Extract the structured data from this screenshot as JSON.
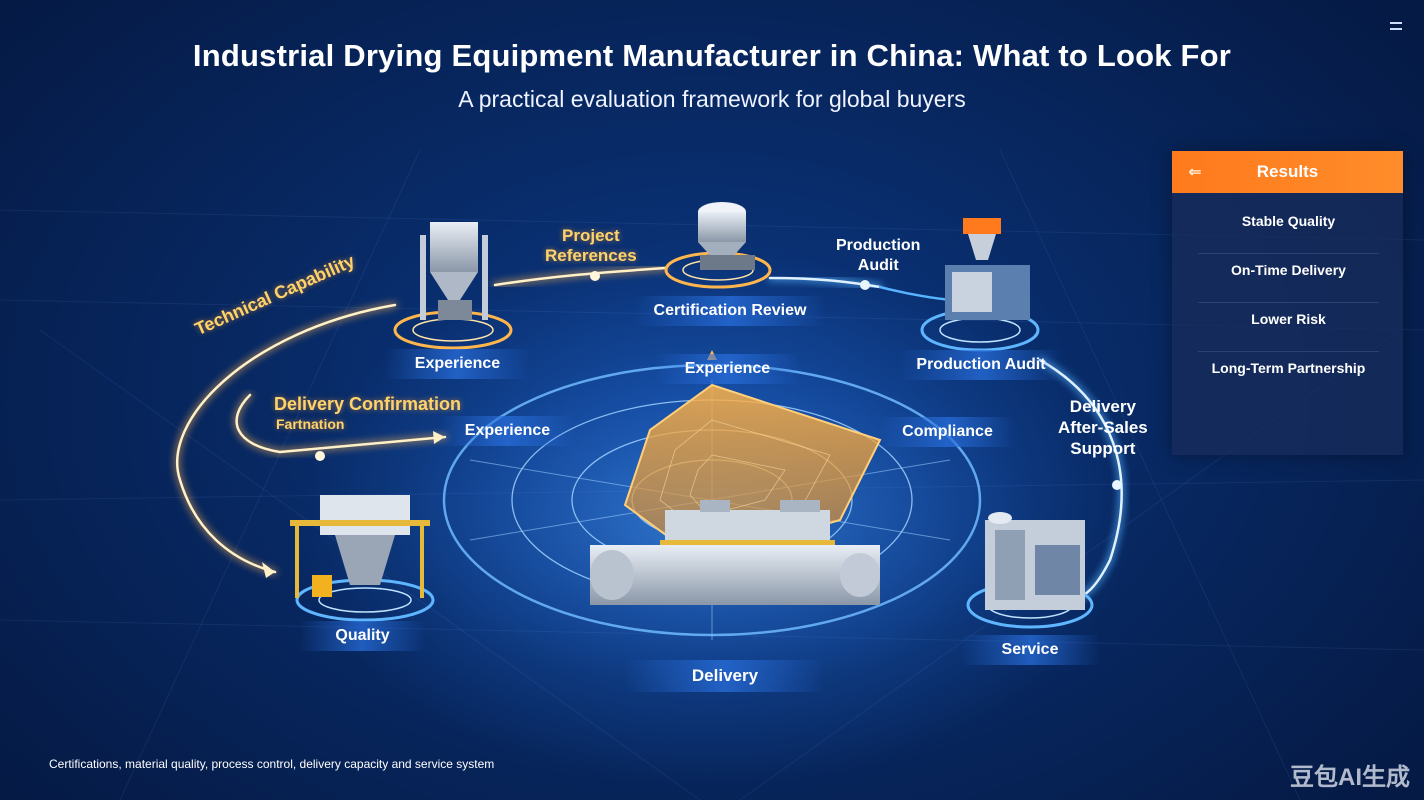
{
  "header": {
    "title": "Industrial Drying Equipment Manufacturer in China: What to Look For",
    "subtitle": "A practical evaluation framework for global buyers"
  },
  "flow_labels": {
    "technical_capability": "Technical Capability",
    "project_references": "Project\nReferences",
    "delivery_confirmation": "Delivery Confirmation",
    "delivery_confirmation_sub": "Fartnation",
    "production_audit_top": "Production\nAudit",
    "delivery_support": "Delivery\nAfter-Sales\nSupport"
  },
  "equipment_nodes": {
    "experience_top": "Experience",
    "certification_review": "Certification Review",
    "production_audit": "Production Audit",
    "quality": "Quality",
    "service": "Service",
    "delivery": "Delivery"
  },
  "radar": {
    "axes": [
      "Experience",
      "Compliance",
      "Experience"
    ],
    "top_label": "Experience",
    "right_label": "Compliance",
    "left_label": "Experience"
  },
  "results_panel": {
    "title": "Results",
    "items": [
      "Stable Quality",
      "On-Time Delivery",
      "Lower Risk",
      "Long-Term Partnership"
    ]
  },
  "footer": {
    "text": "Certifications, material quality, process control, delivery capacity and service system"
  },
  "watermark": "豆包AI生成",
  "icons": {
    "menu": "menu-icon",
    "back": "back-arrow-icon"
  },
  "colors": {
    "accent_orange": "#ff8024",
    "glow_blue": "#3fa7ff",
    "background": "#082a66"
  }
}
